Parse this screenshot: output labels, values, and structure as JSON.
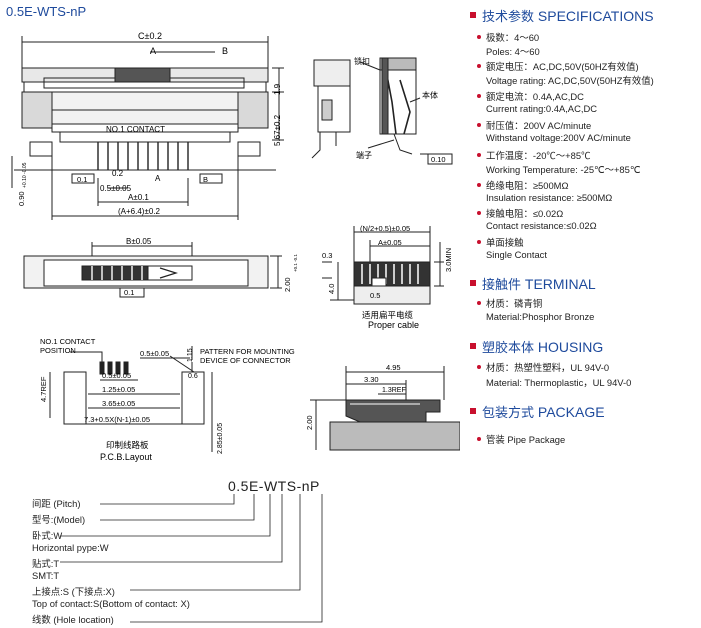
{
  "header": {
    "title": "0.5E-WTS-nP"
  },
  "specifications": {
    "heading_cn": "技术参数",
    "heading_en": "SPECIFICATIONS",
    "lines": [
      "极数：4～60",
      "Poles: 4～60",
      "额定电压：AC,DC,50V(50HZ有效值)",
      "Voltage rating: AC,DC,50V(50HZ有效值)",
      "额定电流：0.4A,AC,DC",
      "Current rating:0.4A,AC,DC",
      "耐压值：200V AC/minute",
      "Withstand voltage:200V AC/minute",
      "工作温度：-20℃～+85℃",
      "Working Temperature: -25℃～+85℃",
      "绝缘电阻：≥500MΩ",
      "Insulation resistance: ≥500MΩ",
      "接触电阻：≤0.02Ω",
      "Contact resistance:≤0.02Ω",
      "单面接触",
      "Single Contact"
    ]
  },
  "terminal": {
    "heading_cn": "接触件",
    "heading_en": "TERMINAL",
    "lines": [
      "材质：磷青铜",
      "Material:Phosphor Bronze"
    ]
  },
  "housing": {
    "heading_cn": "塑胶本体",
    "heading_en": "HOUSING",
    "lines": [
      "材质：热塑性塑料，UL 94V-0",
      "Material: Thermoplastic，UL 94V-0"
    ]
  },
  "package": {
    "heading_cn": "包装方式",
    "heading_en": "PACKAGE",
    "lines": [
      "管装 Pipe Package"
    ]
  },
  "drawing_front": {
    "dim_c": "C±0.2",
    "label_a": "A",
    "label_b": "B",
    "dim_19": "1.9",
    "dim_567": "5.67±0.2",
    "no1": "NO.1 CONTACT",
    "dim_02": "0.2",
    "dim_01": "0.1",
    "dim_05": "0.5±0.05",
    "dim_a01": "A±0.1",
    "dim_a64": "(A+6.4)±0.2",
    "dim_090": "0.90",
    "tol_090": "+0.10 -0.05"
  },
  "drawing_side": {
    "lock": "锁扣",
    "body": "本体",
    "terminal": "端子",
    "dim_010": "0.10"
  },
  "drawing_bottom": {
    "dim_b005": "B±0.05",
    "dim_01": "0.1",
    "dim_200": "2.00",
    "tol_200": "+0.1 -0.1"
  },
  "drawing_cable": {
    "dim_n2": "(N/2+0.5)±0.05",
    "dim_a005": "A±0.05",
    "dim_03": "0.3",
    "dim_40": "4.0",
    "dim_30min": "3.0MIN",
    "dim_05": "0.5",
    "label_cn": "适用扁平电缆",
    "label_en": "Proper cable"
  },
  "drawing_pcb": {
    "no1_line1": "NO.1 CONTACT",
    "no1_line2": "POSITION",
    "pattern_line1": "PATTERN FOR MOUNTING",
    "pattern_line2": "DEVICE OF CONNECTOR",
    "dim_05": "0.5±0.05",
    "dim_115": "1.15",
    "dim_47": "4.7REF",
    "dim_05b": "0.5±0.05",
    "dim_06": "0.6",
    "dim_125": "1.25±0.05",
    "dim_365": "3.65±0.05",
    "dim_73": "7.3+0.5X(N-1)±0.05",
    "dim_285": "2.85±0.05",
    "label_cn": "印制线路板",
    "label_en": "P.C.B.Layout"
  },
  "drawing_profile": {
    "dim_495": "4.95",
    "dim_330": "3.30",
    "dim_13": "1.3REF",
    "dim_200": "2.00"
  },
  "model_code": {
    "code": "0.5E-WTS-nP",
    "labels": [
      "间距 (Pitch)",
      "型号:(Model)",
      "卧式:W",
      "Horizontal pype:W",
      "贴式:T",
      "SMT:T",
      "上接点:S (下接点:X)",
      "Top of contact:S(Bottom of contact: X)",
      "线数 (Hole location)"
    ]
  }
}
